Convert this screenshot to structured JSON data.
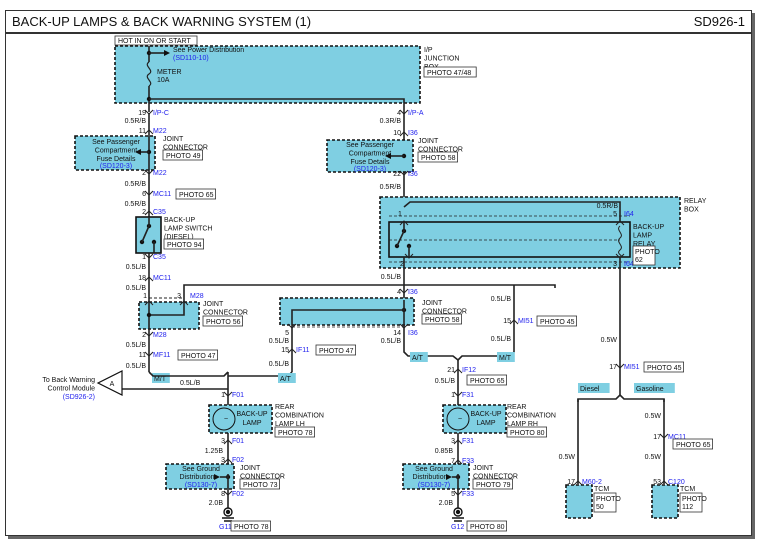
{
  "header": {
    "title": "BACK-UP LAMPS & BACK WARNING SYSTEM (1)",
    "code": "SD926-1"
  },
  "colors": {
    "box_fill": "#7fcfe2",
    "wire": "#222222",
    "connector_text": "#2222ee",
    "text": "#111111"
  },
  "power": {
    "label": "HOT IN ON OR START"
  },
  "ip_junction_box": {
    "name": [
      "I/P",
      "JUNCTION",
      "BOX"
    ],
    "photo": "PHOTO 47/48",
    "see_ref": "See Power Distribution",
    "see_ref_code": "(SD110-10)",
    "fuse_name": "METER",
    "fuse_rating": "10A"
  },
  "left_branch": {
    "ipc": {
      "pin": "19",
      "conn": "I/P-C",
      "wire": "0.5R/B"
    },
    "m22_in": {
      "pin": "11",
      "conn": "M22"
    },
    "joint1": {
      "see": [
        "See Passenger",
        "Compartment",
        "Fuse Details"
      ],
      "ref": "(SD120-3)",
      "name": [
        "JOINT",
        "CONNECTOR"
      ],
      "photo": "PHOTO 49"
    },
    "m22_out": {
      "pin": "2",
      "conn": "M22",
      "wire": "0.5R/B"
    },
    "mc11": {
      "pin": "6",
      "conn": "MC11",
      "photo": "PHOTO 65",
      "wire": "0.5R/B"
    },
    "c35_in": {
      "pin": "2",
      "conn": "C35"
    },
    "switch": {
      "name": [
        "BACK-UP",
        "LAMP SWITCH",
        "(DIESEL)"
      ],
      "photo": "PHOTO 94"
    },
    "c35_out": {
      "pin": "1",
      "conn": "C35",
      "wire": "0.5L/B"
    },
    "mc11b": {
      "pin": "18",
      "conn": "MC11",
      "wire": "0.5L/B"
    },
    "m28": {
      "pin_left": "1",
      "pin_right": "3",
      "conn": "M28",
      "name": [
        "JOINT",
        "CONNECTOR"
      ],
      "photo": "PHOTO 56"
    },
    "m28_out": {
      "pin": "2",
      "conn": "M28",
      "wire": "0.5L/B"
    },
    "mf11": {
      "pin": "11",
      "conn": "MF11",
      "photo": "PHOTO 47",
      "wire": "0.5L/B"
    },
    "mt_tag": "M/T"
  },
  "warning_link": {
    "text": [
      "To Back Warning",
      "Control Module"
    ],
    "ref": "(SD926-2)",
    "marker": "A",
    "wire": "0.5L/B"
  },
  "lamp_lh": {
    "f01_in": {
      "pin": "1",
      "conn": "F01"
    },
    "lamp": "BACK-UP LAMP",
    "name": [
      "REAR",
      "COMBINATION",
      "LAMP LH"
    ],
    "photo": "PHOTO 78",
    "f01_out": {
      "pin": "3",
      "conn": "F01",
      "wire": "1.25B"
    },
    "f02_in": {
      "pin": "3",
      "conn": "F02"
    },
    "joint": {
      "see": [
        "See Ground",
        "Distribution"
      ],
      "ref": "(SD130-7)",
      "name": [
        "JOINT",
        "CONNECTOR"
      ],
      "photo": "PHOTO 73"
    },
    "f02_out": {
      "pin": "8",
      "conn": "F02",
      "wire": "2.0B"
    },
    "ground": {
      "name": "G11",
      "photo": "PHOTO 78"
    }
  },
  "center_branch": {
    "ipa": {
      "pin": "4",
      "conn": "I/P-A",
      "wire": "0.3R/B"
    },
    "i36_in": {
      "pin": "10",
      "conn": "I36"
    },
    "joint": {
      "see": [
        "See Passenger",
        "Compartment",
        "Fuse Details"
      ],
      "ref": "(SD120-3)",
      "name": [
        "JOINT",
        "CONNECTOR"
      ],
      "photo": "PHOTO 58"
    },
    "i36_out": {
      "pin": "22",
      "conn": "I36",
      "wire": "0.5R/B"
    }
  },
  "relay_box": {
    "name": [
      "RELAY",
      "BOX"
    ],
    "relay": [
      "BACK-UP",
      "LAMP",
      "RELAY"
    ],
    "photo": [
      "PHOTO",
      "62"
    ],
    "pin1": "1",
    "pin2": "2",
    "pin3": "3",
    "pin5": "5",
    "conn": "I64",
    "wire_top": "0.5R/B",
    "wire_out": "0.5L/B"
  },
  "joint58": {
    "pin_top": "4",
    "conn": "I36",
    "pin_left": "5",
    "pin_right": "14",
    "name": [
      "JOINT",
      "CONNECTOR"
    ],
    "photo": "PHOTO 58",
    "wire_left": "0.5L/B",
    "wire_right": "0.5L/B"
  },
  "if11": {
    "pin": "15",
    "conn": "IF11",
    "photo": "PHOTO 47",
    "wire": "0.5L/B",
    "tag": "A/T"
  },
  "mi51_a": {
    "pin": "15",
    "conn": "MI51",
    "photo": "PHOTO 45",
    "wire_top": "0.5L/B",
    "wire_bottom": "0.5L/B",
    "tag": "M/T"
  },
  "center_tag": "A/T",
  "lamp_rh": {
    "if12": {
      "pin": "21",
      "conn": "IF12",
      "photo": "PHOTO 65",
      "wire": "0.5L/B"
    },
    "f31_in": {
      "pin": "1",
      "conn": "F31"
    },
    "lamp": "BACK-UP LAMP",
    "name": [
      "REAR",
      "COMBINATION",
      "LAMP RH"
    ],
    "photo": "PHOTO 80",
    "f31_out": {
      "pin": "3",
      "conn": "F31",
      "wire": "0.85B"
    },
    "f33_in": {
      "pin": "7",
      "conn": "F33"
    },
    "joint": {
      "see": [
        "See Ground",
        "Distribution"
      ],
      "ref": "(SD130-7)",
      "name": [
        "JOINT",
        "CONNECTOR"
      ],
      "photo": "PHOTO 79"
    },
    "f33_out": {
      "pin": "5",
      "conn": "F33",
      "wire": "2.0B"
    },
    "ground": {
      "name": "G12",
      "photo": "PHOTO 80"
    }
  },
  "tcm_branch": {
    "wire": "0.5W",
    "mi51_b": {
      "pin": "17",
      "conn": "MI51",
      "photo": "PHOTO 45"
    },
    "diesel": {
      "tag": "Diesel",
      "wire": "0.5W",
      "pin": "17",
      "conn": "M60-2",
      "name": "TCM",
      "photo": [
        "PHOTO",
        "50"
      ]
    },
    "gasoline": {
      "tag": "Gasoline",
      "wire": "0.5W",
      "mc11": {
        "pin": "17",
        "conn": "MC11",
        "photo": "PHOTO 65"
      },
      "wire2": "0.5W",
      "pin": "53",
      "conn": "C120",
      "name": "TCM",
      "photo": [
        "PHOTO",
        "112"
      ]
    }
  }
}
